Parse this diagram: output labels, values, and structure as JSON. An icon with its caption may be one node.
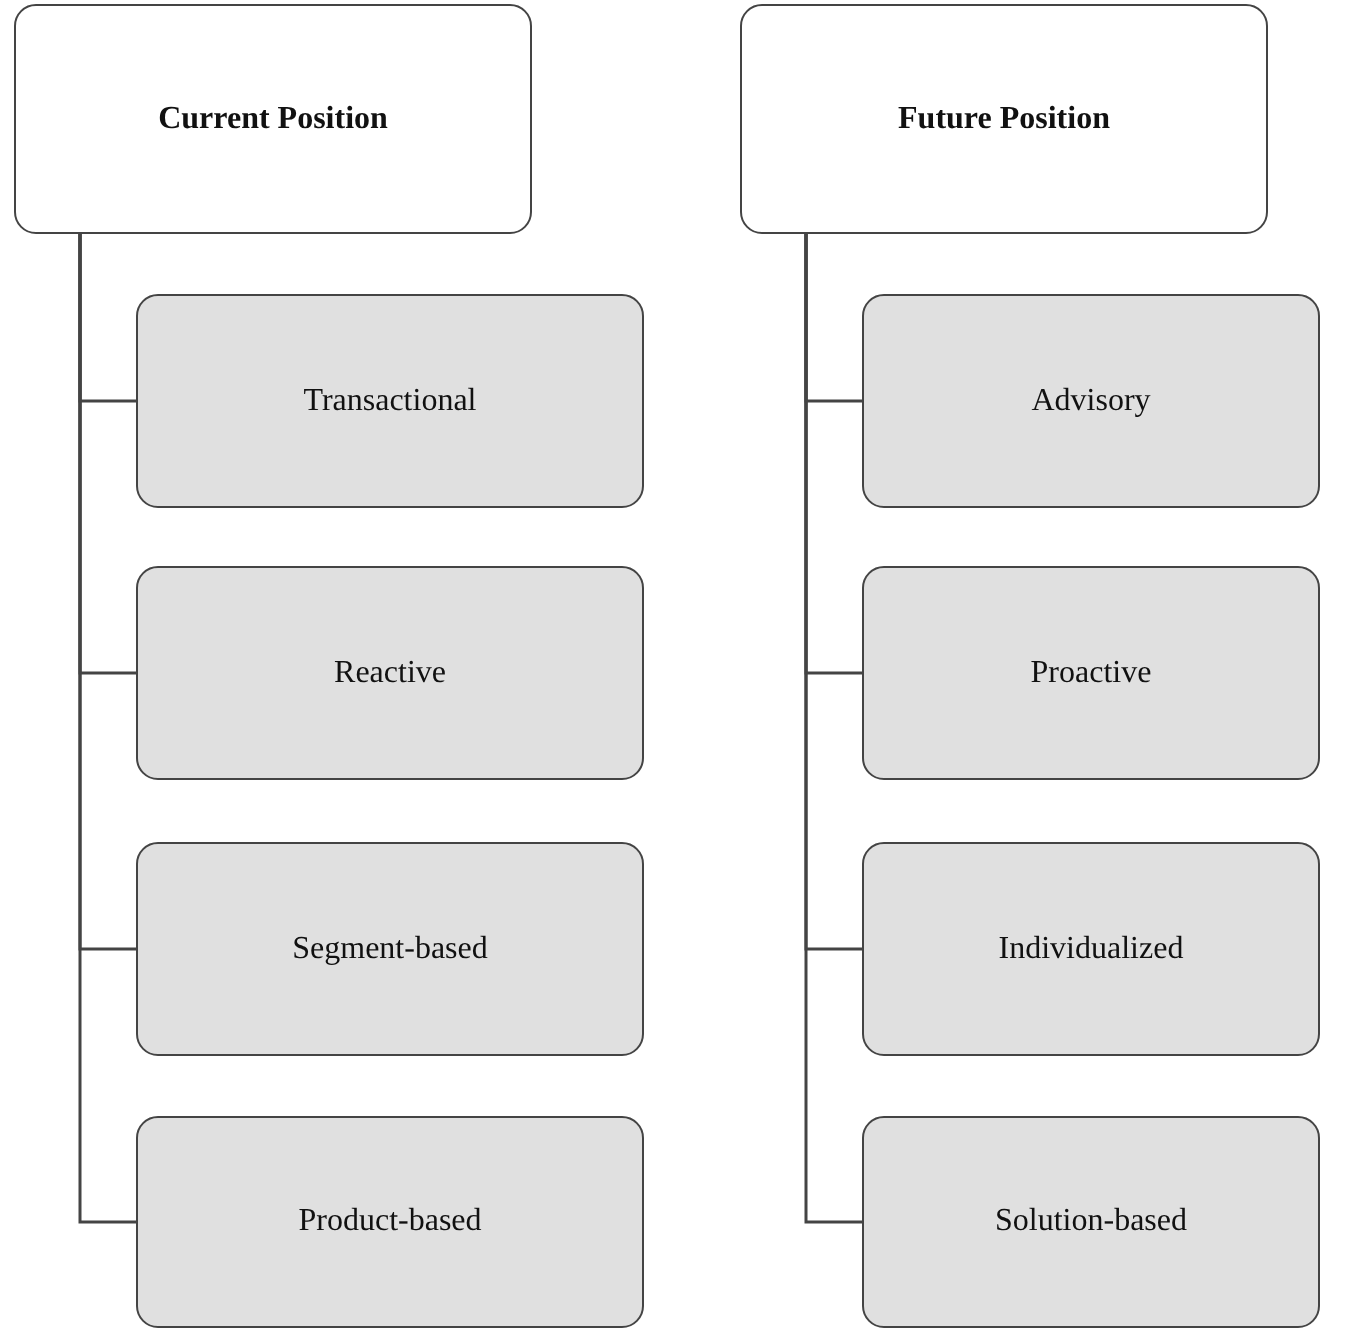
{
  "diagram": {
    "nodes": [
      {
        "text": [
          "Current Position"
        ]
      },
      {
        "text": [
          "Transactional"
        ]
      },
      {
        "text": [
          "Reactive"
        ]
      },
      {
        "text": [
          "Segment-based"
        ]
      },
      {
        "text": [
          "Product-based"
        ]
      },
      {
        "text": [
          "Future Position"
        ]
      },
      {
        "text": [
          "Advisory"
        ]
      },
      {
        "text": [
          "Proactive"
        ]
      },
      {
        "text": [
          "Individualized"
        ]
      },
      {
        "text": [
          "Solution-based"
        ]
      }
    ],
    "edges": [
      {
        "from": 0,
        "to": 1,
        "arrow": "none"
      },
      {
        "from": 0,
        "to": 2,
        "arrow": "none"
      },
      {
        "from": 0,
        "to": 3,
        "arrow": "none"
      },
      {
        "from": 0,
        "to": 4,
        "arrow": "none"
      },
      {
        "from": 5,
        "to": 6,
        "arrow": "none"
      },
      {
        "from": 5,
        "to": 7,
        "arrow": "none"
      },
      {
        "from": 5,
        "to": 8,
        "arrow": "none"
      },
      {
        "from": 5,
        "to": 9,
        "arrow": "none"
      }
    ]
  }
}
